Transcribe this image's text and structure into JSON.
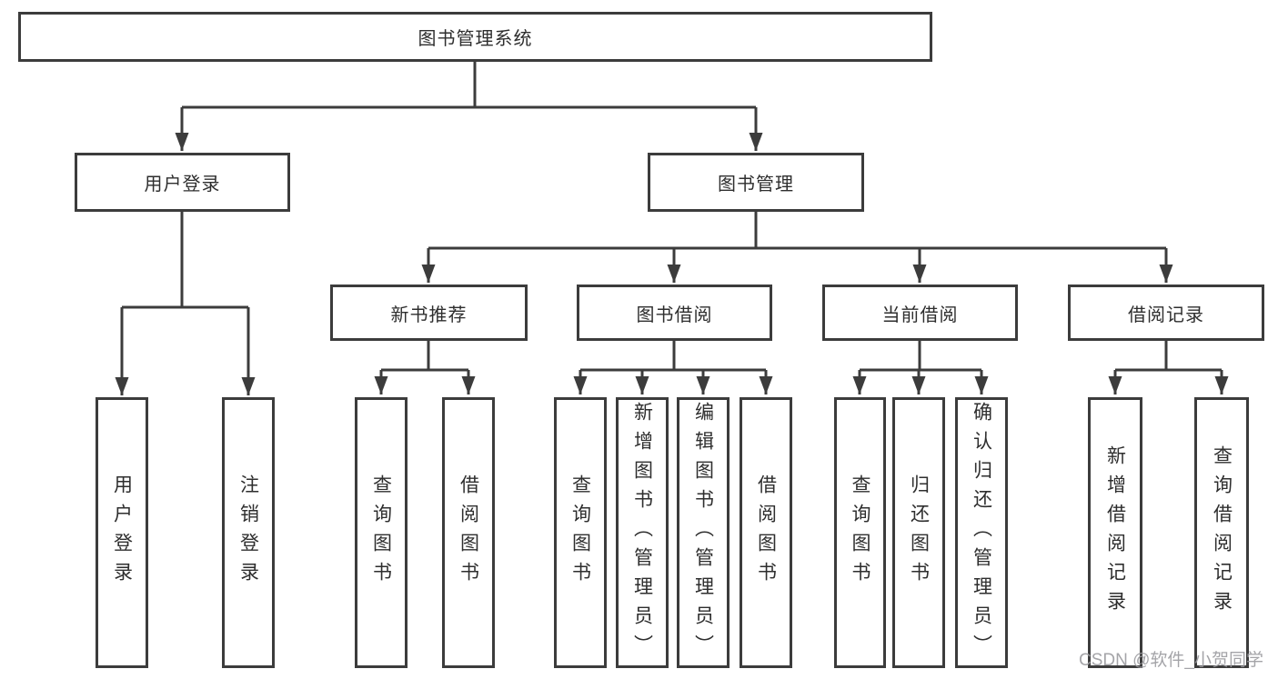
{
  "diagram": {
    "type": "hierarchy-tree",
    "root": {
      "label": "图书管理系统",
      "children": [
        {
          "label": "用户登录",
          "children": [
            {
              "label": "用户登录"
            },
            {
              "label": "注销登录"
            }
          ]
        },
        {
          "label": "图书管理",
          "children": [
            {
              "label": "新书推荐",
              "children": [
                {
                  "label": "查询图书"
                },
                {
                  "label": "借阅图书"
                }
              ]
            },
            {
              "label": "图书借阅",
              "children": [
                {
                  "label": "查询图书"
                },
                {
                  "label": "新增图书（管理员）"
                },
                {
                  "label": "编辑图书（管理员）"
                },
                {
                  "label": "借阅图书"
                }
              ]
            },
            {
              "label": "当前借阅",
              "children": [
                {
                  "label": "查询图书"
                },
                {
                  "label": "归还图书"
                },
                {
                  "label": "确认归还（管理员）"
                }
              ]
            },
            {
              "label": "借阅记录",
              "children": [
                {
                  "label": "新增借阅记录"
                },
                {
                  "label": "查询借阅记录"
                }
              ]
            }
          ]
        }
      ]
    }
  },
  "watermark": {
    "text": "CSDN @软件_小贺同学"
  },
  "colors": {
    "line": "#3c3c3c",
    "box_border": "#3c3c3c",
    "text": "#2e2e2e",
    "watermark": "#9b9b9f",
    "background": "#ffffff"
  }
}
